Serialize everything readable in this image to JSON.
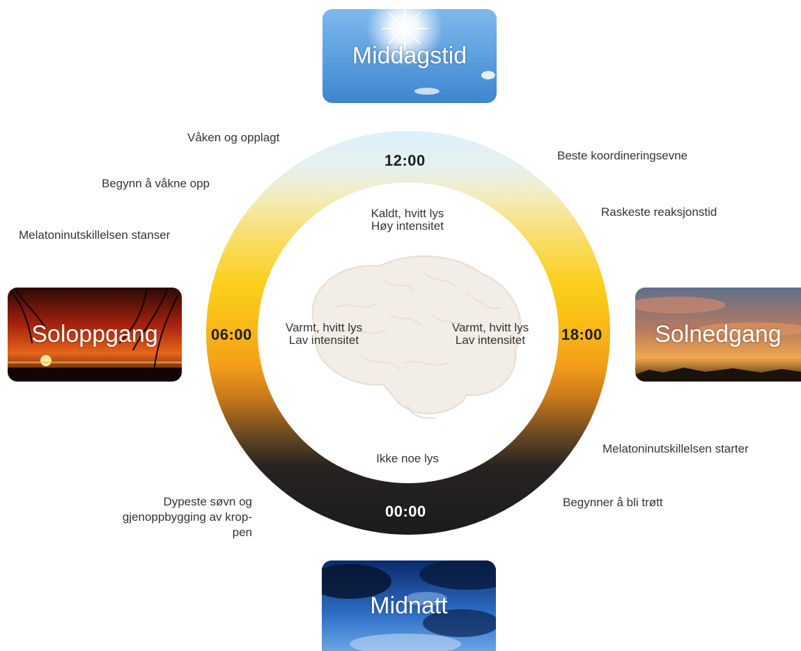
{
  "times": {
    "noon": "12:00",
    "morning": "06:00",
    "evening": "18:00",
    "midnight": "00:00"
  },
  "photos": {
    "noon": "Middagstid",
    "sunrise": "Soloppgang",
    "sunset": "Solnedgang",
    "midnight": "Midnatt"
  },
  "inner": {
    "top_line1": "Kaldt, hvitt lys",
    "top_line2": "Høy intensitet",
    "left_line1": "Varmt, hvitt lys",
    "left_line2": "Lav intensitet",
    "right_line1": "Varmt, hvitt lys",
    "right_line2": "Lav intensitet",
    "bottom": "Ikke noe lys"
  },
  "notes": {
    "awake": "Våken og opplagt",
    "wake_begin": "Begynn å våkne opp",
    "melatonin_stop": "Melatoninutskillelsen stanser",
    "coordination": "Beste koordineringsevne",
    "reaction": "Raskeste reaksjonstid",
    "melatonin_start": "Melatoninutskillelsen starter",
    "tired": "Begynner å bli trøtt",
    "sleep_line1": "Dypeste søvn og",
    "sleep_line2": "gjenoppbygging av krop-",
    "sleep_line3": "pen"
  },
  "icons": {
    "brain": "brain-illustration"
  },
  "colors": {
    "noon_sky": "#5d9fdc",
    "ring_top": "#dcf0fb",
    "ring_mid": "#fbcf1b",
    "ring_bottom": "#1c1b1b"
  }
}
